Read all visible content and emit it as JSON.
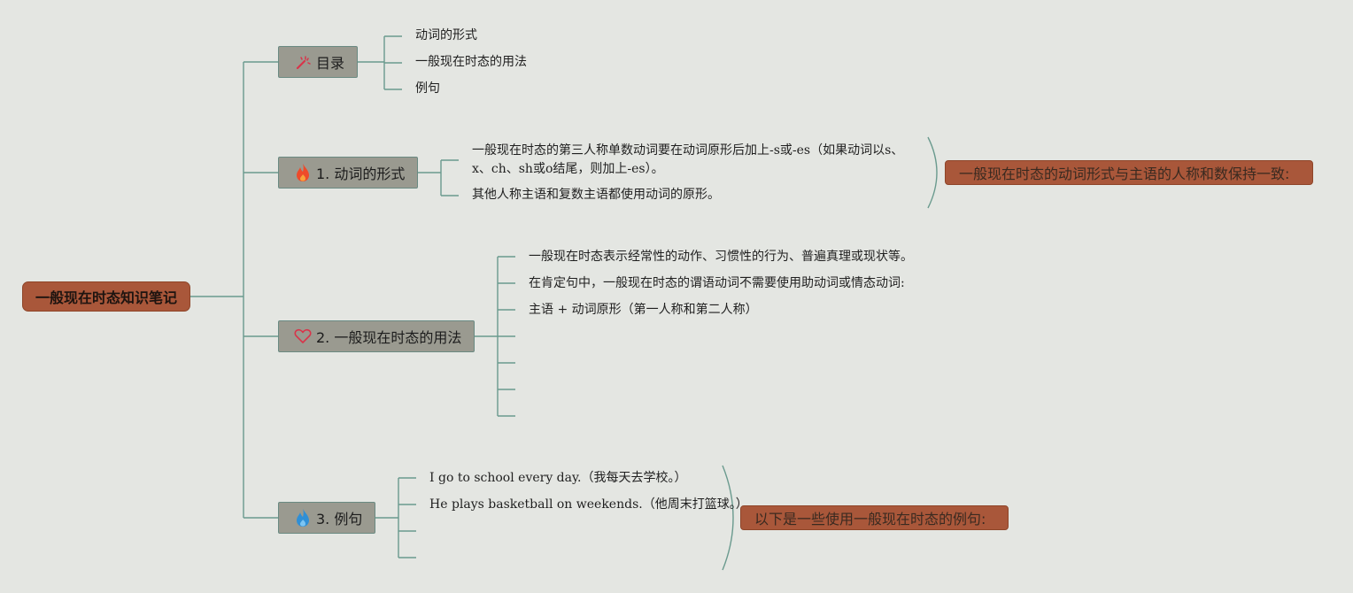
{
  "root": {
    "label": "一般现在时态知识笔记"
  },
  "branches": [
    {
      "label": "目录",
      "icon": "magic-wand-icon",
      "children": [
        "动词的形式",
        "一般现在时态的用法",
        "例句"
      ]
    },
    {
      "label": "1. 动词的形式",
      "icon": "fire-icon",
      "children": [
        "一般现在时态的第三人称单数动词要在动词原形后加上-s或-es（如果动词以s、",
        "x、ch、sh或o结尾，则加上-es）。",
        "其他人称主语和复数主语都使用动词的原形。"
      ],
      "summary": "一般现在时态的动词形式与主语的人称和数保持一致:"
    },
    {
      "label": "2. 一般现在时态的用法",
      "icon": "heart-icon",
      "children": [
        "一般现在时态表示经常性的动作、习惯性的行为、普遍真理或现状等。",
        "在肯定句中，一般现在时态的谓语动词不需要使用助动词或情态动词:",
        "主语 + 动词原形（第一人称和第二人称）"
      ]
    },
    {
      "label": "3. 例句",
      "icon": "water-drop-icon",
      "children": [
        "I go to school every day.（我每天去学校。）",
        "He plays basketball on weekends.（他周末打篮球。）"
      ],
      "summary": "以下是一些使用一般现在时态的例句:"
    }
  ],
  "colors": {
    "accent": "#a9573a",
    "branch": "#9a9a90",
    "line": "#6a9a8e",
    "background": "#e4e6e2"
  }
}
